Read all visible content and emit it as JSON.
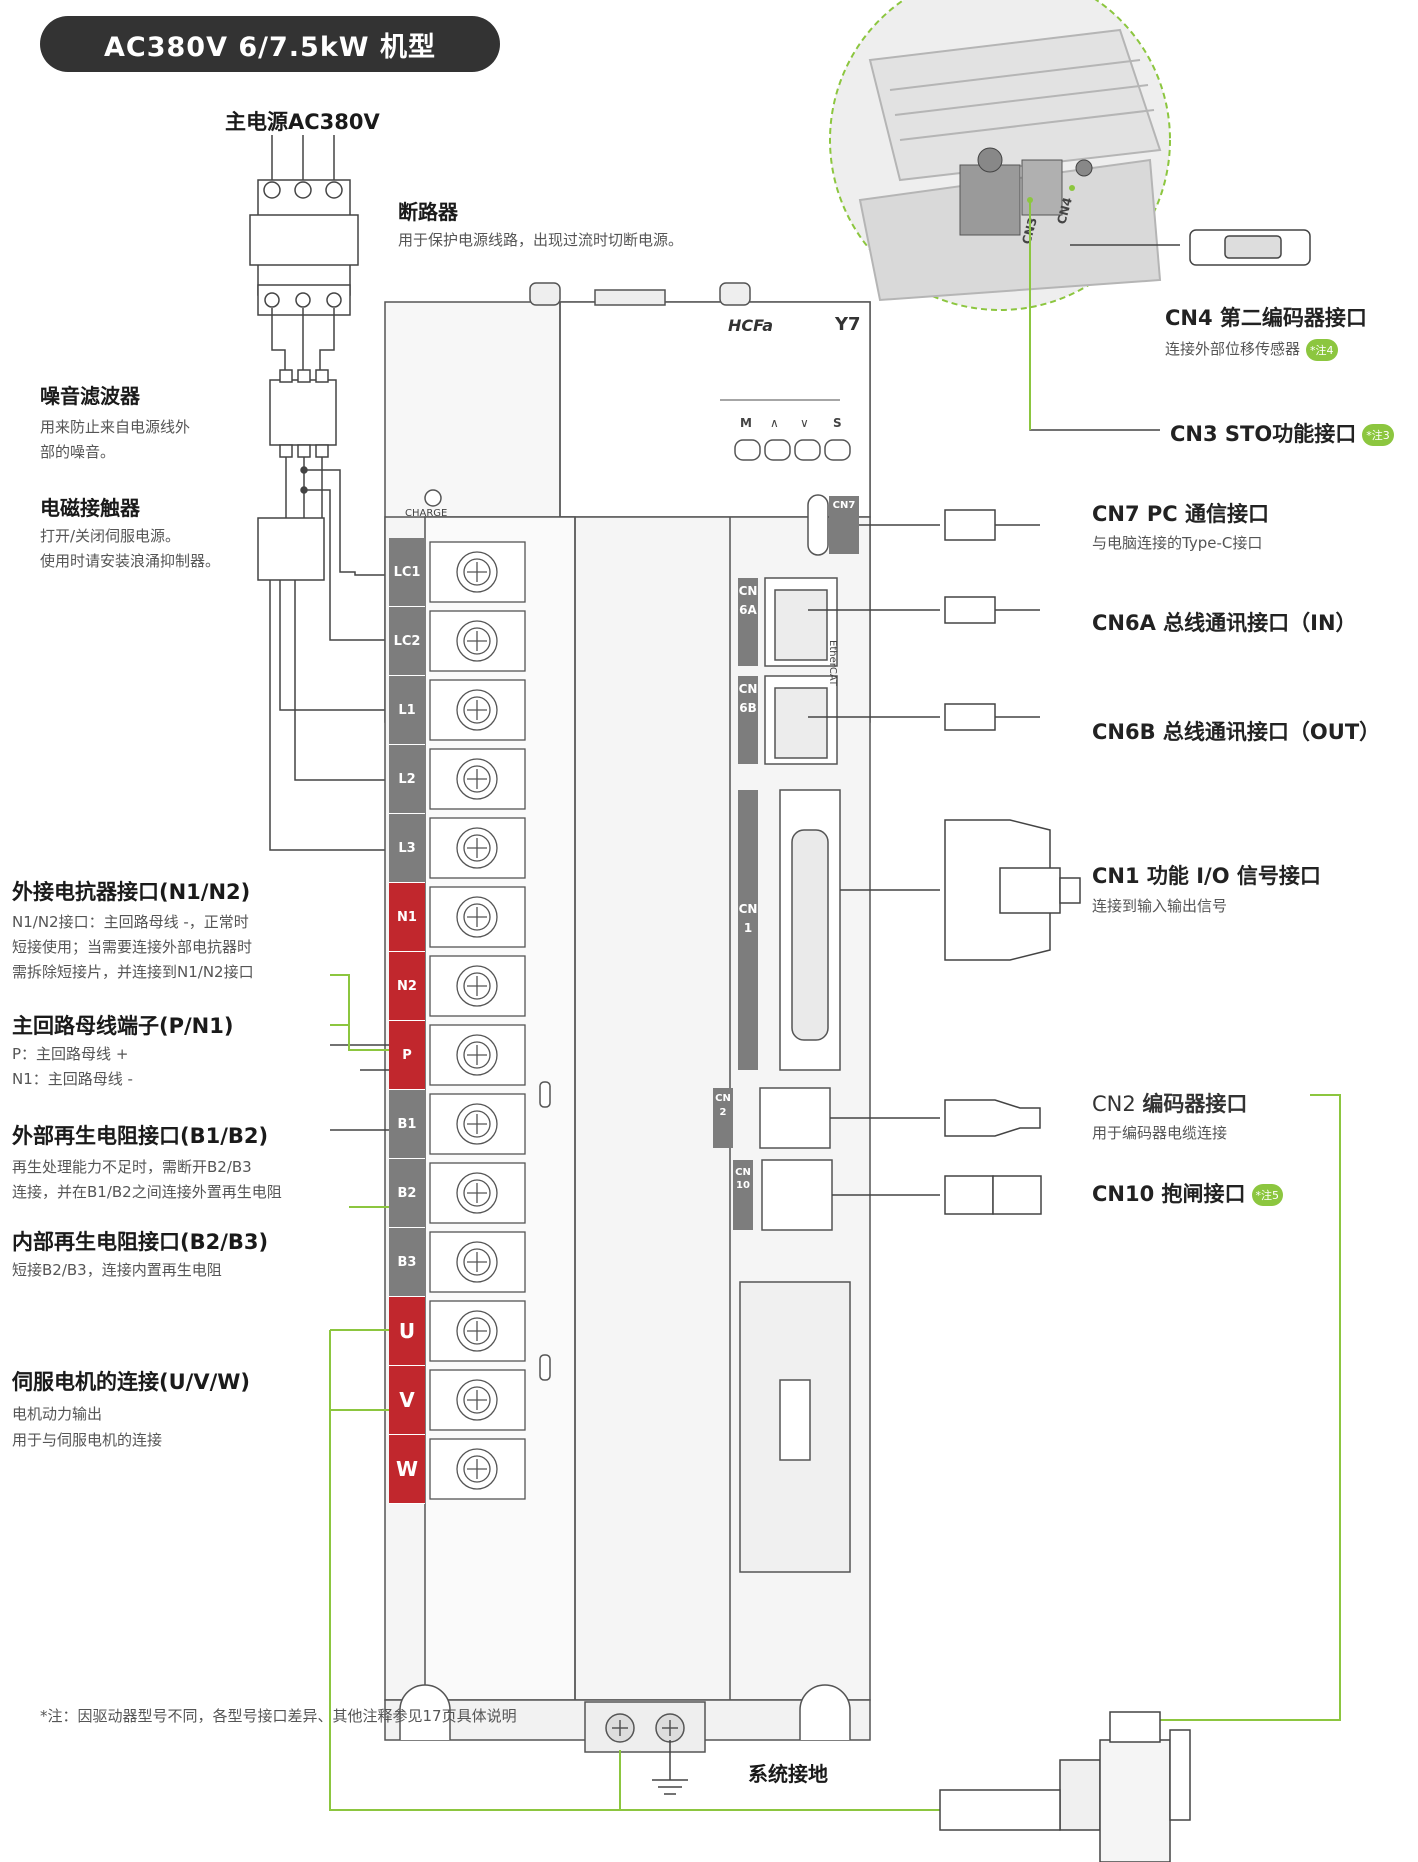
{
  "title": "AC380V 6/7.5kW 机型",
  "colors": {
    "accent_green": "#8cc63f",
    "terminal_red": "#c1272d",
    "terminal_grey": "#7d7d7d",
    "title_bg": "#333333"
  },
  "left": {
    "main_power": "主电源AC380V",
    "breaker": {
      "title": "断路器",
      "desc": "用于保护电源线路，出现过流时切断电源。"
    },
    "noise_filter": {
      "title": "噪音滤波器",
      "desc1": "用来防止来自电源线外",
      "desc2": "部的噪音。"
    },
    "contactor": {
      "title": "电磁接触器",
      "desc1": "打开/关闭伺服电源。",
      "desc2": "使用时请安装浪涌抑制器。"
    },
    "reactor": {
      "title": "外接电抗器接口(N1/N2)",
      "desc1": "N1/N2接口：主回路母线 -，正常时",
      "desc2": "短接使用；当需要连接外部电抗器时",
      "desc3": "需拆除短接片，并连接到N1/N2接口"
    },
    "bus": {
      "title": "主回路母线端子(P/N1)",
      "desc1": "P：主回路母线 +",
      "desc2": "N1：主回路母线 -"
    },
    "ext_regen": {
      "title": "外部再生电阻接口(B1/B2)",
      "desc1": "再生处理能力不足时，需断开B2/B3",
      "desc2": "连接，并在B1/B2之间连接外置再生电阻"
    },
    "int_regen": {
      "title": "内部再生电阻接口(B2/B3)",
      "desc1": "短接B2/B3，连接内置再生电阻"
    },
    "motor": {
      "title": "伺服电机的连接(U/V/W)",
      "desc1": "电机动力输出",
      "desc2": "用于与伺服电机的连接"
    }
  },
  "terminals": [
    "LC1",
    "LC2",
    "L1",
    "L2",
    "L3",
    "N1",
    "N2",
    "P",
    "B1",
    "B2",
    "B3",
    "U",
    "V",
    "W"
  ],
  "device": {
    "brand": "HCFa",
    "model": "Y7",
    "charge": "CHARGE",
    "keys": [
      "M",
      "∧",
      "∨",
      "S"
    ],
    "ethercat": "EtherCAT"
  },
  "right": {
    "cn4": {
      "title": "CN4 第二编码器接口",
      "desc": "连接外部位移传感器",
      "note": "*注4"
    },
    "cn3": {
      "title": "CN3 STO功能接口",
      "note": "*注3"
    },
    "cn7": {
      "title": "CN7 PC 通信接口",
      "desc": "与电脑连接的Type-C接口",
      "label": "CN7"
    },
    "cn6a": {
      "title": "CN6A 总线通讯接口（IN）",
      "label": "CN6A"
    },
    "cn6b": {
      "title": "CN6B 总线通讯接口（OUT）",
      "label": "CN6B"
    },
    "cn1": {
      "title": "CN1 功能 I/O 信号接口",
      "desc": "连接到输入输出信号",
      "label": "CN1"
    },
    "cn2": {
      "title_prefix": "CN2",
      "title_bold": "编码器接口",
      "desc": "用于编码器电缆连接",
      "label": "CN2"
    },
    "cn10": {
      "title": "CN10 抱闸接口",
      "note": "*注5",
      "label": "CN10"
    }
  },
  "ground": "系统接地",
  "footnote": "*注：因驱动器型号不同，各型号接口差异、其他注释参见17页具体说明",
  "zoom_labels": {
    "cn3": "CN3",
    "cn4": "CN4"
  }
}
